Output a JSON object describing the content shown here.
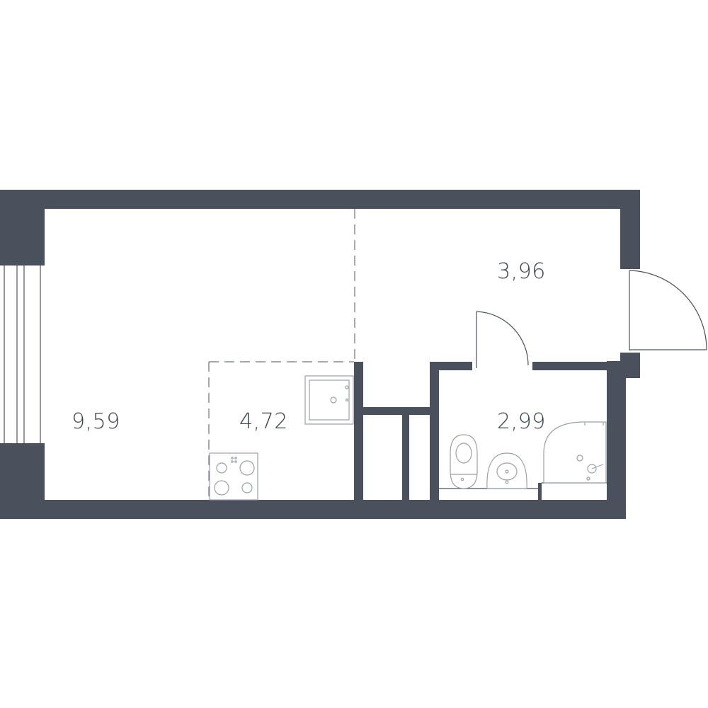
{
  "colors": {
    "wall": "#4a505c",
    "background": "#ffffff",
    "label": "#3f4450"
  },
  "rooms": {
    "living": {
      "area": "9,59"
    },
    "kitchen": {
      "area": "4,72"
    },
    "hall": {
      "area": "3,96"
    },
    "bathroom": {
      "area": "2,99"
    }
  }
}
